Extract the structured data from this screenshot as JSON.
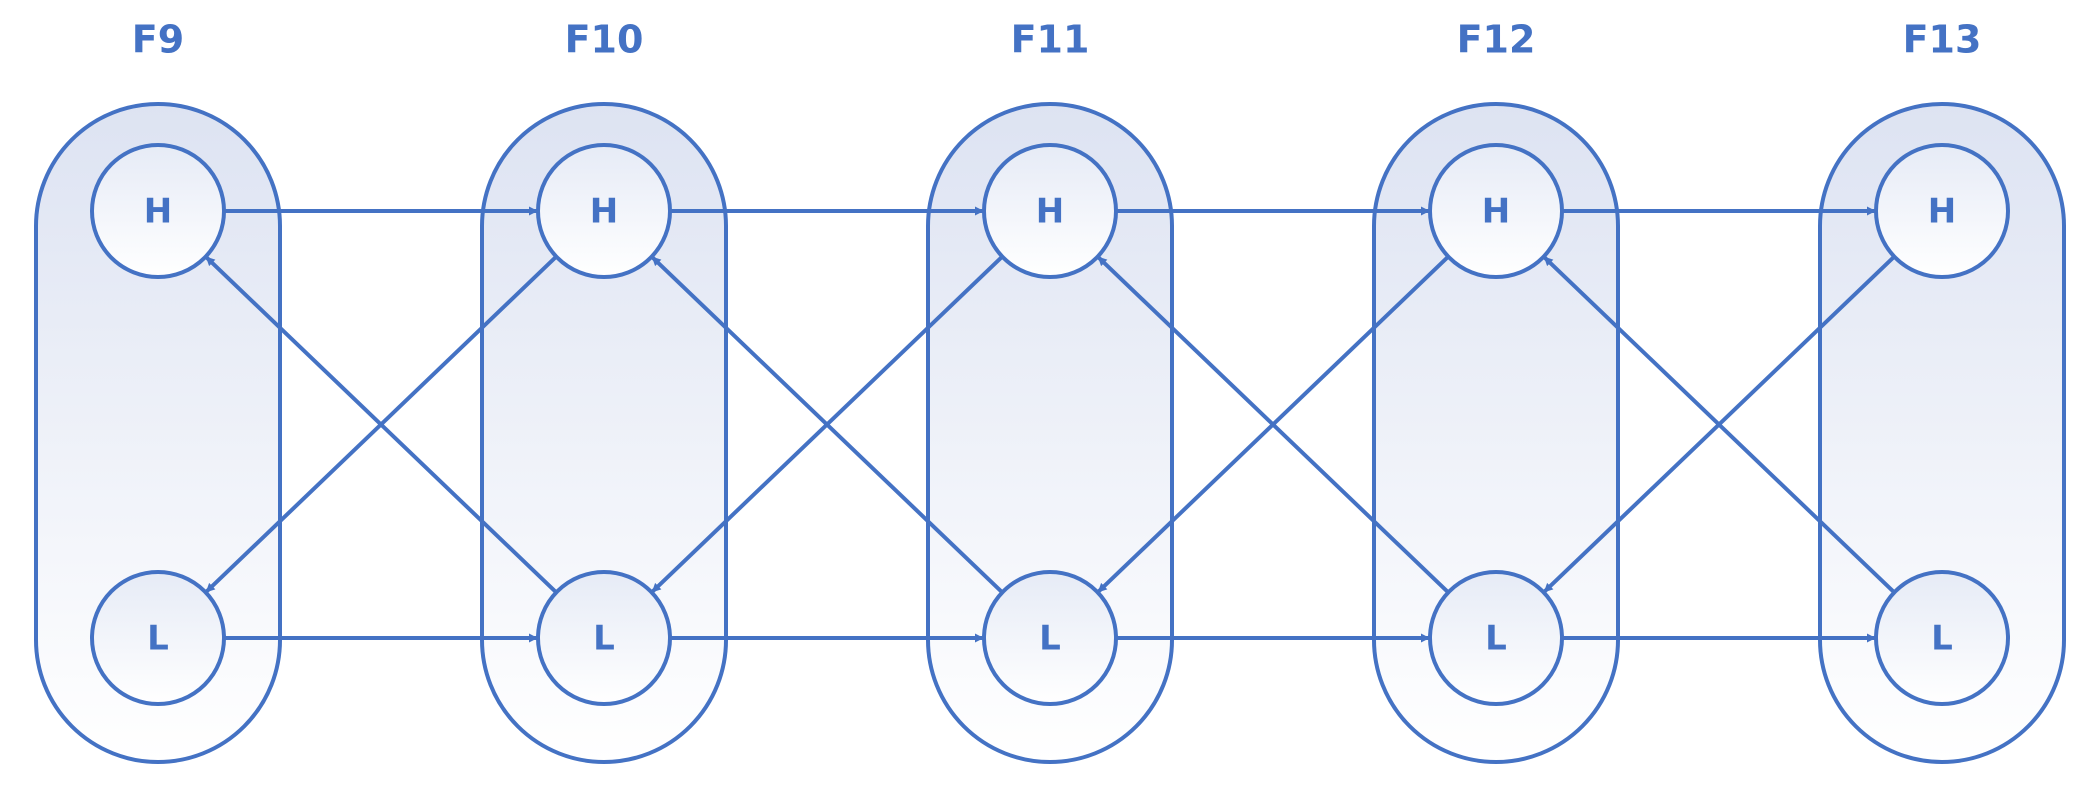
{
  "diagram": {
    "frames": [
      {
        "title": "F9",
        "nodes": {
          "H": "H",
          "L": "L"
        }
      },
      {
        "title": "F10",
        "nodes": {
          "H": "H",
          "L": "L"
        }
      },
      {
        "title": "F11",
        "nodes": {
          "H": "H",
          "L": "L"
        }
      },
      {
        "title": "F12",
        "nodes": {
          "H": "H",
          "L": "L"
        }
      },
      {
        "title": "F13",
        "nodes": {
          "H": "H",
          "L": "L"
        }
      }
    ],
    "edges": [
      {
        "from": "F9.H",
        "to": "F10.H"
      },
      {
        "from": "F9.L",
        "to": "F10.L"
      },
      {
        "from": "F10.L",
        "to": "F9.H"
      },
      {
        "from": "F10.H",
        "to": "F9.L"
      },
      {
        "from": "F10.H",
        "to": "F11.H"
      },
      {
        "from": "F10.L",
        "to": "F11.L"
      },
      {
        "from": "F11.L",
        "to": "F10.H"
      },
      {
        "from": "F11.H",
        "to": "F10.L"
      },
      {
        "from": "F11.H",
        "to": "F12.H"
      },
      {
        "from": "F11.L",
        "to": "F12.L"
      },
      {
        "from": "F12.L",
        "to": "F11.H"
      },
      {
        "from": "F12.H",
        "to": "F11.L"
      },
      {
        "from": "F12.H",
        "to": "F13.H"
      },
      {
        "from": "F12.L",
        "to": "F13.L"
      },
      {
        "from": "F13.L",
        "to": "F12.H"
      },
      {
        "from": "F13.H",
        "to": "F12.L"
      }
    ],
    "colors": {
      "stroke": "#4472c4",
      "fill_top": "#dde3f2",
      "fill_bottom": "#ffffff"
    }
  }
}
